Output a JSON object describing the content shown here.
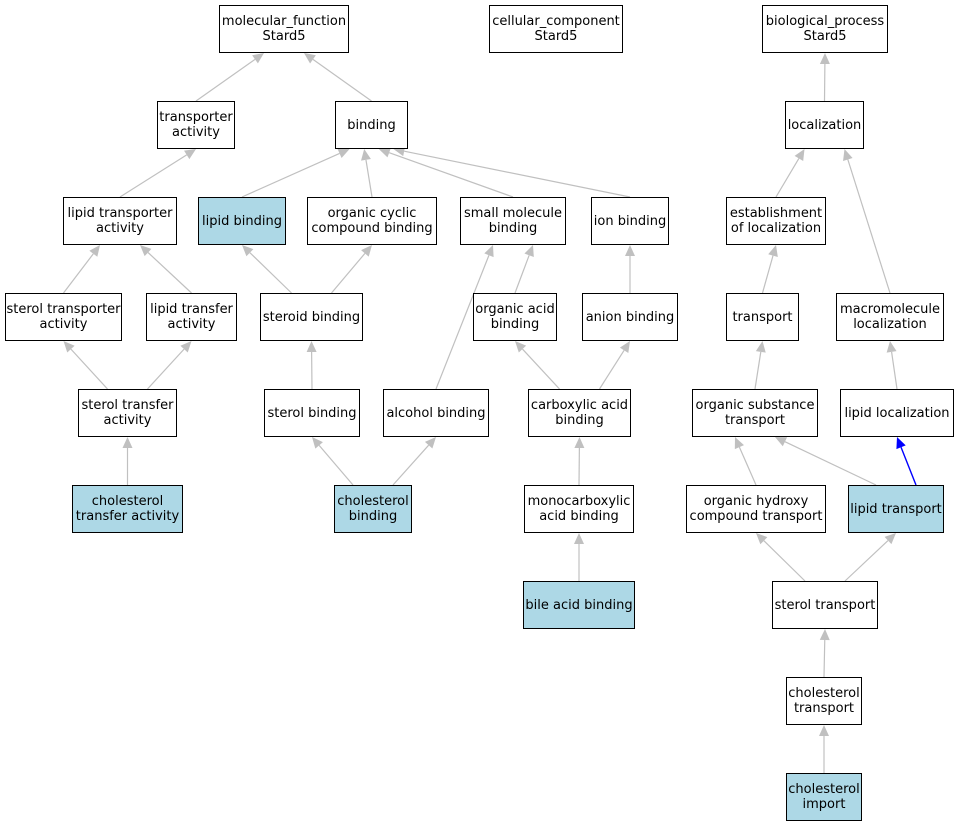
{
  "colors": {
    "edge": "#c0c0c0",
    "highlight_edge": "#0000ff",
    "highlight_fill": "#add8e6",
    "node_fill": "#ffffff",
    "border": "#000000"
  },
  "nodes": [
    {
      "id": "molecular_function",
      "label": "molecular_function\nStard5",
      "hl": false
    },
    {
      "id": "cellular_component",
      "label": "cellular_component\nStard5",
      "hl": false
    },
    {
      "id": "biological_process",
      "label": "biological_process\nStard5",
      "hl": false
    },
    {
      "id": "transporter_activity",
      "label": "transporter\nactivity",
      "hl": false
    },
    {
      "id": "binding",
      "label": "binding",
      "hl": false
    },
    {
      "id": "localization",
      "label": "localization",
      "hl": false
    },
    {
      "id": "lipid_transporter_activity",
      "label": "lipid transporter\nactivity",
      "hl": false
    },
    {
      "id": "lipid_binding",
      "label": "lipid binding",
      "hl": true
    },
    {
      "id": "organic_cyclic_compound_binding",
      "label": "organic cyclic\ncompound binding",
      "hl": false
    },
    {
      "id": "small_molecule_binding",
      "label": "small molecule\nbinding",
      "hl": false
    },
    {
      "id": "ion_binding",
      "label": "ion binding",
      "hl": false
    },
    {
      "id": "establishment_of_localization",
      "label": "establishment\nof localization",
      "hl": false
    },
    {
      "id": "sterol_transporter_activity",
      "label": "sterol transporter\nactivity",
      "hl": false
    },
    {
      "id": "lipid_transfer_activity",
      "label": "lipid transfer\nactivity",
      "hl": false
    },
    {
      "id": "steroid_binding",
      "label": "steroid binding",
      "hl": false
    },
    {
      "id": "organic_acid_binding",
      "label": "organic acid\nbinding",
      "hl": false
    },
    {
      "id": "anion_binding",
      "label": "anion binding",
      "hl": false
    },
    {
      "id": "transport",
      "label": "transport",
      "hl": false
    },
    {
      "id": "macromolecule_localization",
      "label": "macromolecule\nlocalization",
      "hl": false
    },
    {
      "id": "sterol_transfer_activity",
      "label": "sterol transfer\nactivity",
      "hl": false
    },
    {
      "id": "sterol_binding",
      "label": "sterol binding",
      "hl": false
    },
    {
      "id": "alcohol_binding",
      "label": "alcohol binding",
      "hl": false
    },
    {
      "id": "carboxylic_acid_binding",
      "label": "carboxylic acid\nbinding",
      "hl": false
    },
    {
      "id": "organic_substance_transport",
      "label": "organic substance\ntransport",
      "hl": false
    },
    {
      "id": "lipid_localization",
      "label": "lipid localization",
      "hl": false
    },
    {
      "id": "cholesterol_transfer_activity",
      "label": "cholesterol\ntransfer activity",
      "hl": true
    },
    {
      "id": "cholesterol_binding",
      "label": "cholesterol\nbinding",
      "hl": true
    },
    {
      "id": "monocarboxylic_acid_binding",
      "label": "monocarboxylic\nacid binding",
      "hl": false
    },
    {
      "id": "organic_hydroxy_compound_transport",
      "label": "organic hydroxy\ncompound transport",
      "hl": false
    },
    {
      "id": "lipid_transport",
      "label": "lipid transport",
      "hl": true
    },
    {
      "id": "bile_acid_binding",
      "label": "bile acid binding",
      "hl": true
    },
    {
      "id": "sterol_transport",
      "label": "sterol transport",
      "hl": false
    },
    {
      "id": "cholesterol_transport",
      "label": "cholesterol\ntransport",
      "hl": false
    },
    {
      "id": "cholesterol_import",
      "label": "cholesterol\nimport",
      "hl": true
    }
  ],
  "edges": [
    {
      "from": "transporter_activity",
      "to": "molecular_function"
    },
    {
      "from": "binding",
      "to": "molecular_function"
    },
    {
      "from": "lipid_transporter_activity",
      "to": "transporter_activity"
    },
    {
      "from": "lipid_binding",
      "to": "binding"
    },
    {
      "from": "organic_cyclic_compound_binding",
      "to": "binding"
    },
    {
      "from": "small_molecule_binding",
      "to": "binding"
    },
    {
      "from": "ion_binding",
      "to": "binding"
    },
    {
      "from": "sterol_transporter_activity",
      "to": "lipid_transporter_activity"
    },
    {
      "from": "lipid_transfer_activity",
      "to": "lipid_transporter_activity"
    },
    {
      "from": "steroid_binding",
      "to": "lipid_binding"
    },
    {
      "from": "steroid_binding",
      "to": "organic_cyclic_compound_binding"
    },
    {
      "from": "organic_acid_binding",
      "to": "small_molecule_binding"
    },
    {
      "from": "alcohol_binding",
      "to": "small_molecule_binding"
    },
    {
      "from": "anion_binding",
      "to": "ion_binding"
    },
    {
      "from": "sterol_transfer_activity",
      "to": "sterol_transporter_activity"
    },
    {
      "from": "sterol_transfer_activity",
      "to": "lipid_transfer_activity"
    },
    {
      "from": "sterol_binding",
      "to": "steroid_binding"
    },
    {
      "from": "carboxylic_acid_binding",
      "to": "organic_acid_binding"
    },
    {
      "from": "carboxylic_acid_binding",
      "to": "anion_binding"
    },
    {
      "from": "cholesterol_transfer_activity",
      "to": "sterol_transfer_activity"
    },
    {
      "from": "cholesterol_binding",
      "to": "sterol_binding"
    },
    {
      "from": "cholesterol_binding",
      "to": "alcohol_binding"
    },
    {
      "from": "monocarboxylic_acid_binding",
      "to": "carboxylic_acid_binding"
    },
    {
      "from": "bile_acid_binding",
      "to": "monocarboxylic_acid_binding"
    },
    {
      "from": "localization",
      "to": "biological_process"
    },
    {
      "from": "establishment_of_localization",
      "to": "localization"
    },
    {
      "from": "macromolecule_localization",
      "to": "localization"
    },
    {
      "from": "transport",
      "to": "establishment_of_localization"
    },
    {
      "from": "organic_substance_transport",
      "to": "transport"
    },
    {
      "from": "lipid_localization",
      "to": "macromolecule_localization"
    },
    {
      "from": "organic_hydroxy_compound_transport",
      "to": "organic_substance_transport"
    },
    {
      "from": "lipid_transport",
      "to": "organic_substance_transport"
    },
    {
      "from": "lipid_transport",
      "to": "lipid_localization",
      "highlight": true
    },
    {
      "from": "sterol_transport",
      "to": "organic_hydroxy_compound_transport"
    },
    {
      "from": "sterol_transport",
      "to": "lipid_transport"
    },
    {
      "from": "cholesterol_transport",
      "to": "sterol_transport"
    },
    {
      "from": "cholesterol_import",
      "to": "cholesterol_transport"
    }
  ]
}
